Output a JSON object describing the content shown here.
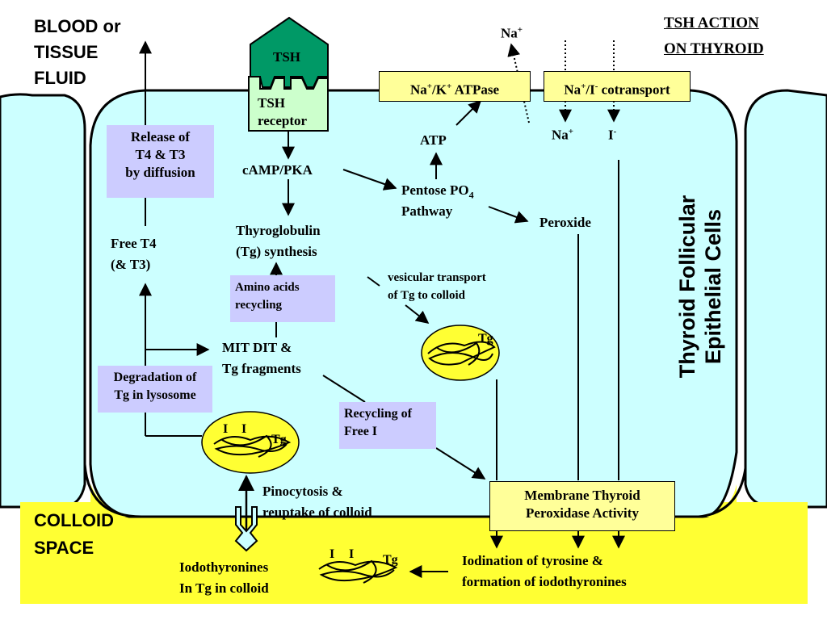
{
  "labels": {
    "blood_line1": "BLOOD or",
    "blood_line2": "TISSUE",
    "blood_line3": "FLUID",
    "title_line1": "TSH ACTION",
    "title_line2": "ON THYROID",
    "colloid_line1": "COLLOID",
    "colloid_line2": "SPACE",
    "tsh": "TSH",
    "tsh_receptor_line1": "TSH",
    "tsh_receptor_line2": "receptor",
    "camp": "cAMP/PKA",
    "thyroglobulin_line1": "Thyroglobulin",
    "thyroglobulin_line2": "(Tg) synthesis",
    "pentose_line1": "Pentose PO",
    "pentose_sub": "4",
    "pentose_line2": "Pathway",
    "atp": "ATP",
    "peroxide": "Peroxide",
    "na_top": "Na",
    "na_top_sup": "+",
    "na_in": "Na",
    "na_in_sup": "+",
    "i_in": "I",
    "i_in_sup": "-",
    "free_t4_line1": "Free T4",
    "free_t4_line2": "(& T3)",
    "mit_line1": "MIT DIT &",
    "mit_line2": "Tg fragments",
    "vesicular_line1": "vesicular transport",
    "vesicular_line2": "of Tg to colloid",
    "tg_vesicle": "Tg",
    "tg_lysosome": "Tg",
    "lysosome_i1": "I",
    "lysosome_i2": "I",
    "pinocytosis_line1": "Pinocytosis &",
    "pinocytosis_line2": "reuptake of colloid",
    "iodothyronines_line1": "Iodothyronines",
    "iodothyronines_line2": "In Tg in colloid",
    "colloid_tg": "Tg",
    "colloid_i1": "I",
    "colloid_i2": "I",
    "iodination_line1": "Iodination of tyrosine &",
    "iodination_line2": "formation of iodothyronines",
    "cell_label_line1": "Thyroid Follicular",
    "cell_label_line2": "Epithelial Cells"
  },
  "boxes": {
    "release_line1": "Release of",
    "release_line2": "T4 & T3",
    "release_line3": "by diffusion",
    "amino_line1": "Amino acids",
    "amino_line2": "recycling",
    "degradation_line1": "Degradation of",
    "degradation_line2": "Tg in lysosome",
    "recycling_line1": "Recycling of",
    "recycling_line2": "Free I",
    "atpase_prefix": "Na",
    "atpase_sup1": "+",
    "atpase_mid": "/K",
    "atpase_sup2": "+",
    "atpase_suffix": " ATPase",
    "cotransport_prefix": "Na",
    "cotransport_sup1": "+",
    "cotransport_mid": "/I",
    "cotransport_sup2": "-",
    "cotransport_suffix": " cotransport",
    "peroxidase_line1": "Membrane Thyroid",
    "peroxidase_line2": "Peroxidase Activity"
  },
  "colors": {
    "cell_fill": "#ccffff",
    "colloid_fill": "#ffff33",
    "tsh_fill": "#009966",
    "receptor_fill": "#ccffcc",
    "purple_box": "#ccccff",
    "yellow_box": "#ffff99",
    "vesicle_fill": "#ffff33"
  }
}
